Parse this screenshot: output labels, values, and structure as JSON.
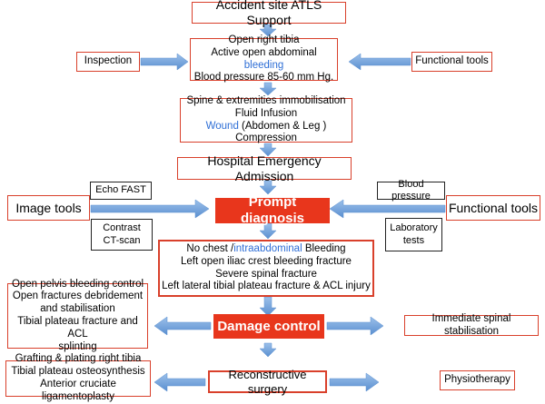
{
  "accident": "Accident site ATLS Support",
  "findings": {
    "line1": "Open right tibia",
    "line2a": "Active open abdominal ",
    "line2b": "bleeding",
    "line3": "Blood pressure 85-60 mm Hg."
  },
  "inspection": "Inspection",
  "functional_tools_top": "Functional tools",
  "treatment": {
    "line1": "Spine & extremities immobilisation",
    "line2": "Fluid Infusion",
    "line3a": "Wound",
    "line3b": " (Abdomen & Leg ) Compression"
  },
  "hospital": "Hospital Emergency Admission",
  "echo": "Echo FAST",
  "blood_pressure": "Blood pressure",
  "image_tools": "Image tools",
  "prompt_diagnosis": "Prompt diagnosis",
  "functional_tools_mid": "Functional tools",
  "contrast": {
    "line1": "Contrast",
    "line2": "CT-scan"
  },
  "laboratory": {
    "line1": "Laboratory",
    "line2": "tests"
  },
  "diagnosis": {
    "line1a": "No chest /",
    "line1b": "intraabdominal",
    "line1c": " Bleeding",
    "line2": "Left open iliac crest bleeding fracture",
    "line3": "Severe spinal fracture",
    "line4": "Left lateral tibial plateau fracture & ACL injury"
  },
  "left_control": {
    "line1": "Open pelvis bleeding control",
    "line2": "Open fractures debridement",
    "line3": "and stabilisation",
    "line4": "Tibial plateau fracture and ACL",
    "line5": "splinting"
  },
  "damage_control": "Damage control",
  "spinal": "Immediate spinal stabilisation",
  "grafting": {
    "line1": "Grafting & plating right tibia",
    "line2": "Tibial plateau osteosynthesis",
    "line3": "Anterior cruciate ligamentoplasty"
  },
  "reconstructive": "Reconstructive surgery",
  "physio": "Physiotherapy",
  "colors": {
    "box_border": "#d9402b",
    "fill": "#e8361c",
    "arrow": "#7aa6db",
    "highlight": "#2f6fd6"
  }
}
